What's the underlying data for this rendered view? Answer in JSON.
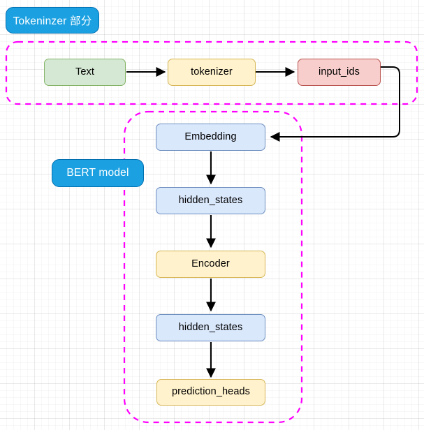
{
  "diagram": {
    "title_badges": [
      {
        "id": "tokenizer-group",
        "label": "Tokeninzer 部分"
      },
      {
        "id": "bert-group",
        "label": "BERT model"
      }
    ],
    "nodes": [
      {
        "id": "text",
        "label": "Text",
        "color": "#d5e8d4",
        "border": "#82b366"
      },
      {
        "id": "tokenizer",
        "label": "tokenizer",
        "color": "#fff2cc",
        "border": "#d6b656"
      },
      {
        "id": "input-ids",
        "label": "input_ids",
        "color": "#f8cecc",
        "border": "#b85450"
      },
      {
        "id": "embedding",
        "label": "Embedding",
        "color": "#dae8fc",
        "border": "#6c8ebf"
      },
      {
        "id": "hidden-states-1",
        "label": "hidden_states",
        "color": "#dae8fc",
        "border": "#6c8ebf"
      },
      {
        "id": "encoder",
        "label": "Encoder",
        "color": "#fff2cc",
        "border": "#d6b656"
      },
      {
        "id": "hidden-states-2",
        "label": "hidden_states",
        "color": "#dae8fc",
        "border": "#6c8ebf"
      },
      {
        "id": "prediction-heads",
        "label": "prediction_heads",
        "color": "#fff2cc",
        "border": "#d6b656"
      }
    ],
    "edges": [
      {
        "from": "text",
        "to": "tokenizer"
      },
      {
        "from": "tokenizer",
        "to": "input-ids"
      },
      {
        "from": "input-ids",
        "to": "embedding"
      },
      {
        "from": "embedding",
        "to": "hidden-states-1"
      },
      {
        "from": "hidden-states-1",
        "to": "encoder"
      },
      {
        "from": "encoder",
        "to": "hidden-states-2"
      },
      {
        "from": "hidden-states-2",
        "to": "prediction-heads"
      }
    ],
    "groups": [
      {
        "id": "tokenizer-group",
        "stroke": "#ff00ff",
        "style": "dashed"
      },
      {
        "id": "bert-group",
        "stroke": "#ff00ff",
        "style": "dashed"
      }
    ],
    "colors": {
      "edge": "#000000",
      "group_border": "#ff00ff",
      "badge_fill": "#1ba1e2",
      "badge_text": "#ffffff",
      "canvas": "#ffffff",
      "grid": "#e8e8e8"
    }
  }
}
